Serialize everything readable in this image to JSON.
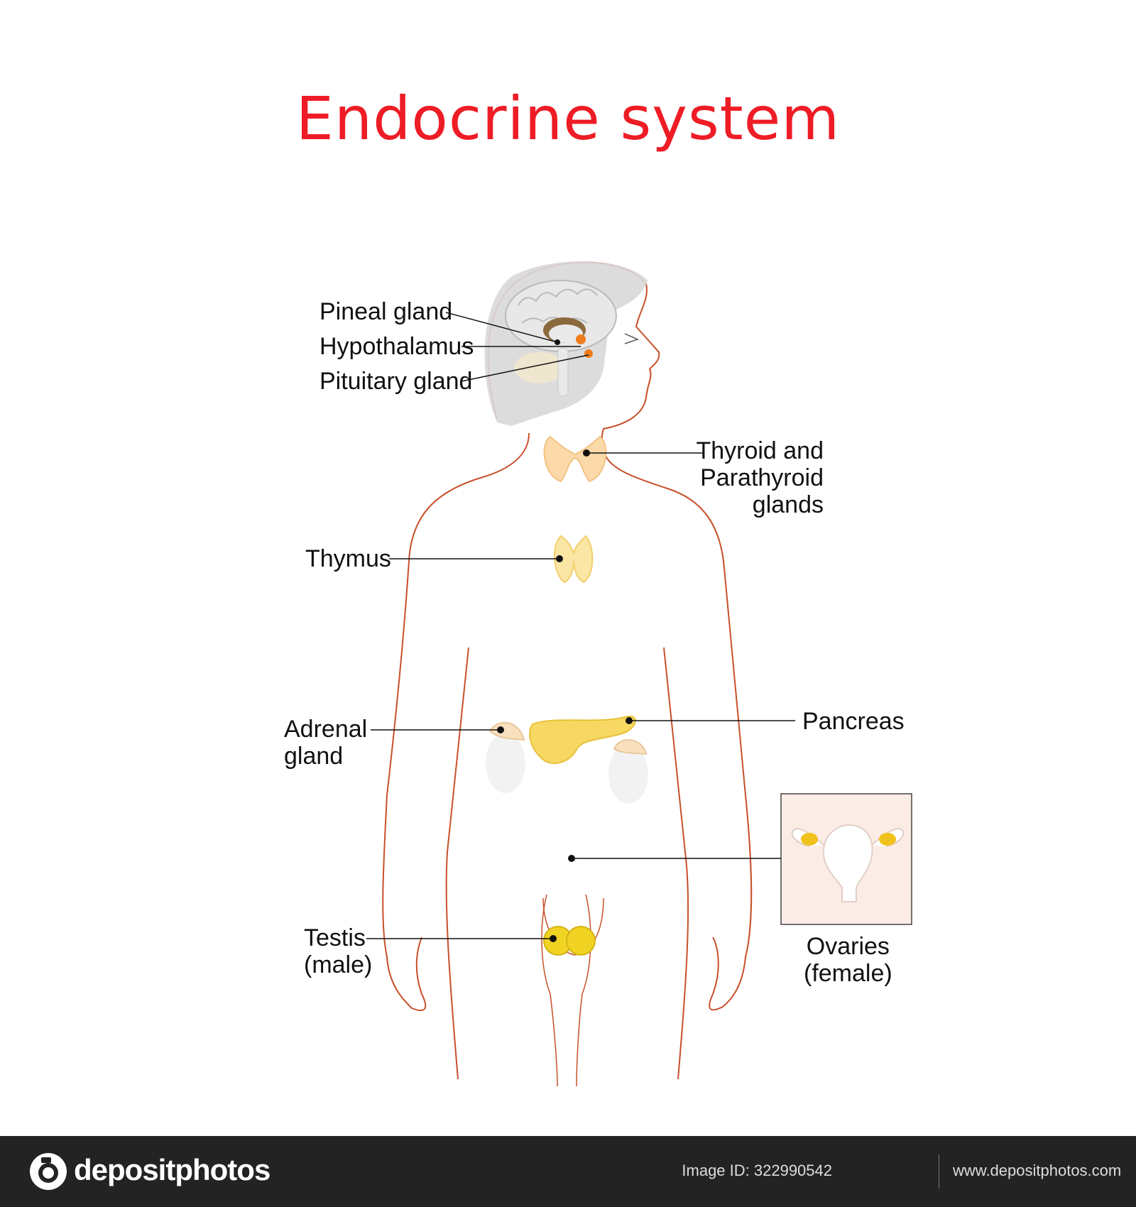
{
  "title": "Endocrine system",
  "labels": {
    "pineal": "Pineal gland",
    "hypothalamus": "Hypothalamus",
    "pituitary": "Pituitary gland",
    "thyroid": [
      "Thyroid and",
      "Parathyroid",
      "glands"
    ],
    "thymus": "Thymus",
    "adrenal": [
      "Adrenal",
      "gland"
    ],
    "pancreas": "Pancreas",
    "testis": [
      "Testis",
      "(male)"
    ],
    "ovaries": [
      "Ovaries",
      "(female)"
    ]
  },
  "footer": {
    "brand": "depositphotos",
    "image_id": "Image ID: 322990542",
    "site": "www.depositphotos.com"
  },
  "colors": {
    "title": "#ee1c25",
    "body_outline": "#c8502a",
    "gland": "#f5d35a",
    "thyroid": "#fbd9a8",
    "footer_bg": "#232323"
  }
}
